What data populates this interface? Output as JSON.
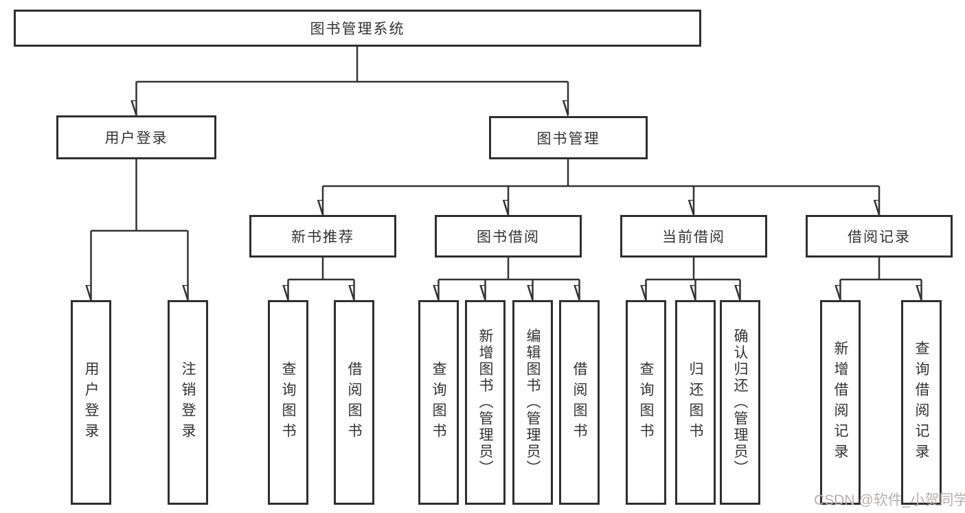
{
  "diagram_title": "图书管理系统",
  "tree": {
    "label": "图书管理系统",
    "children": [
      {
        "label": "用户登录",
        "children": [
          {
            "label": "用户登录"
          },
          {
            "label": "注销登录"
          }
        ]
      },
      {
        "label": "图书管理",
        "children": [
          {
            "label": "新书推荐",
            "children": [
              {
                "label": "查询图书"
              },
              {
                "label": "借阅图书"
              }
            ]
          },
          {
            "label": "图书借阅",
            "children": [
              {
                "label": "查询图书"
              },
              {
                "label": "新增图书（管理员）"
              },
              {
                "label": "编辑图书（管理员）"
              },
              {
                "label": "借阅图书"
              }
            ]
          },
          {
            "label": "当前借阅",
            "children": [
              {
                "label": "查询图书"
              },
              {
                "label": "归还图书"
              },
              {
                "label": "确认归还（管理员）"
              }
            ]
          },
          {
            "label": "借阅记录",
            "children": [
              {
                "label": "新增借阅记录"
              },
              {
                "label": "查询借阅记录"
              }
            ]
          }
        ]
      }
    ]
  },
  "watermark": "CSDN @软件_小贺同学",
  "colors": {
    "background": "#ffffff",
    "line": "#333333",
    "box_border": "#2f2f2f",
    "text": "#333333",
    "watermark": "#b9b1b1"
  }
}
